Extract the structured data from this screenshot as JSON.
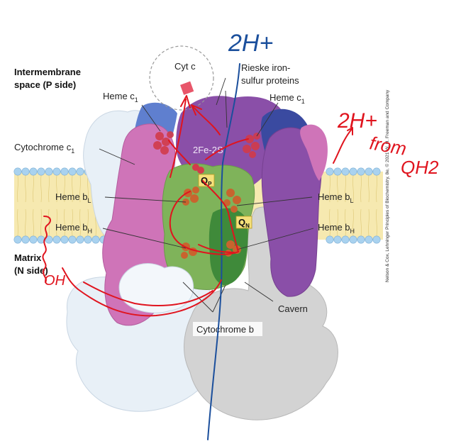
{
  "labels": {
    "intermembrane_line1": "Intermembrane",
    "intermembrane_line2": "space (P side)",
    "cyt_c": "Cyt c",
    "rieske_line1": "Rieske iron-",
    "rieske_line2": "sulfur proteins",
    "heme_c1_left": "Heme c",
    "heme_c1_left_sub": "1",
    "heme_c1_right": "Heme c",
    "heme_c1_right_sub": "1",
    "cytochrome_c1": "Cytochrome c",
    "cytochrome_c1_sub": "1",
    "fe_s": "2Fe-2S",
    "qp": "Q",
    "qp_sub": "P",
    "qn": "Q",
    "qn_sub": "N",
    "heme_bl_left": "Heme b",
    "heme_bl_left_sub": "L",
    "heme_bl_right": "Heme b",
    "heme_bl_right_sub": "L",
    "heme_bh_left": "Heme b",
    "heme_bh_left_sub": "H",
    "heme_bh_right": "Heme b",
    "heme_bh_right_sub": "H",
    "matrix_line1": "Matrix",
    "matrix_line2": "(N side)",
    "cavern": "Cavern",
    "cytochrome_b": "Cytochrome b",
    "credit": "Nelson & Cox, Lehninger Principles of Biochemistry, 8e, © 2021 W. H. Freeman and Company"
  },
  "annotations": {
    "blue_top": "2H+",
    "red_line1": "2H+",
    "red_line2": "from",
    "red_line3": "QH2",
    "red_oh": "OH"
  },
  "colors": {
    "membrane_fill": "#f6e9b0",
    "membrane_bead": "#a9d2ef",
    "protein_pale": "#e8f0f7",
    "protein_gray": "#d3d3d3",
    "protein_purple": "#8a4fa8",
    "protein_pink": "#cf74b8",
    "protein_blue": "#5f7fcf",
    "protein_navy": "#3a4aa0",
    "protein_green": "#7fb35a",
    "protein_darkgreen": "#3f8a3a",
    "heme_orange": "#c8642e",
    "heme_red": "#d23b4a",
    "annotation_red": "#e0141e",
    "annotation_blue": "#1b4f9c"
  }
}
